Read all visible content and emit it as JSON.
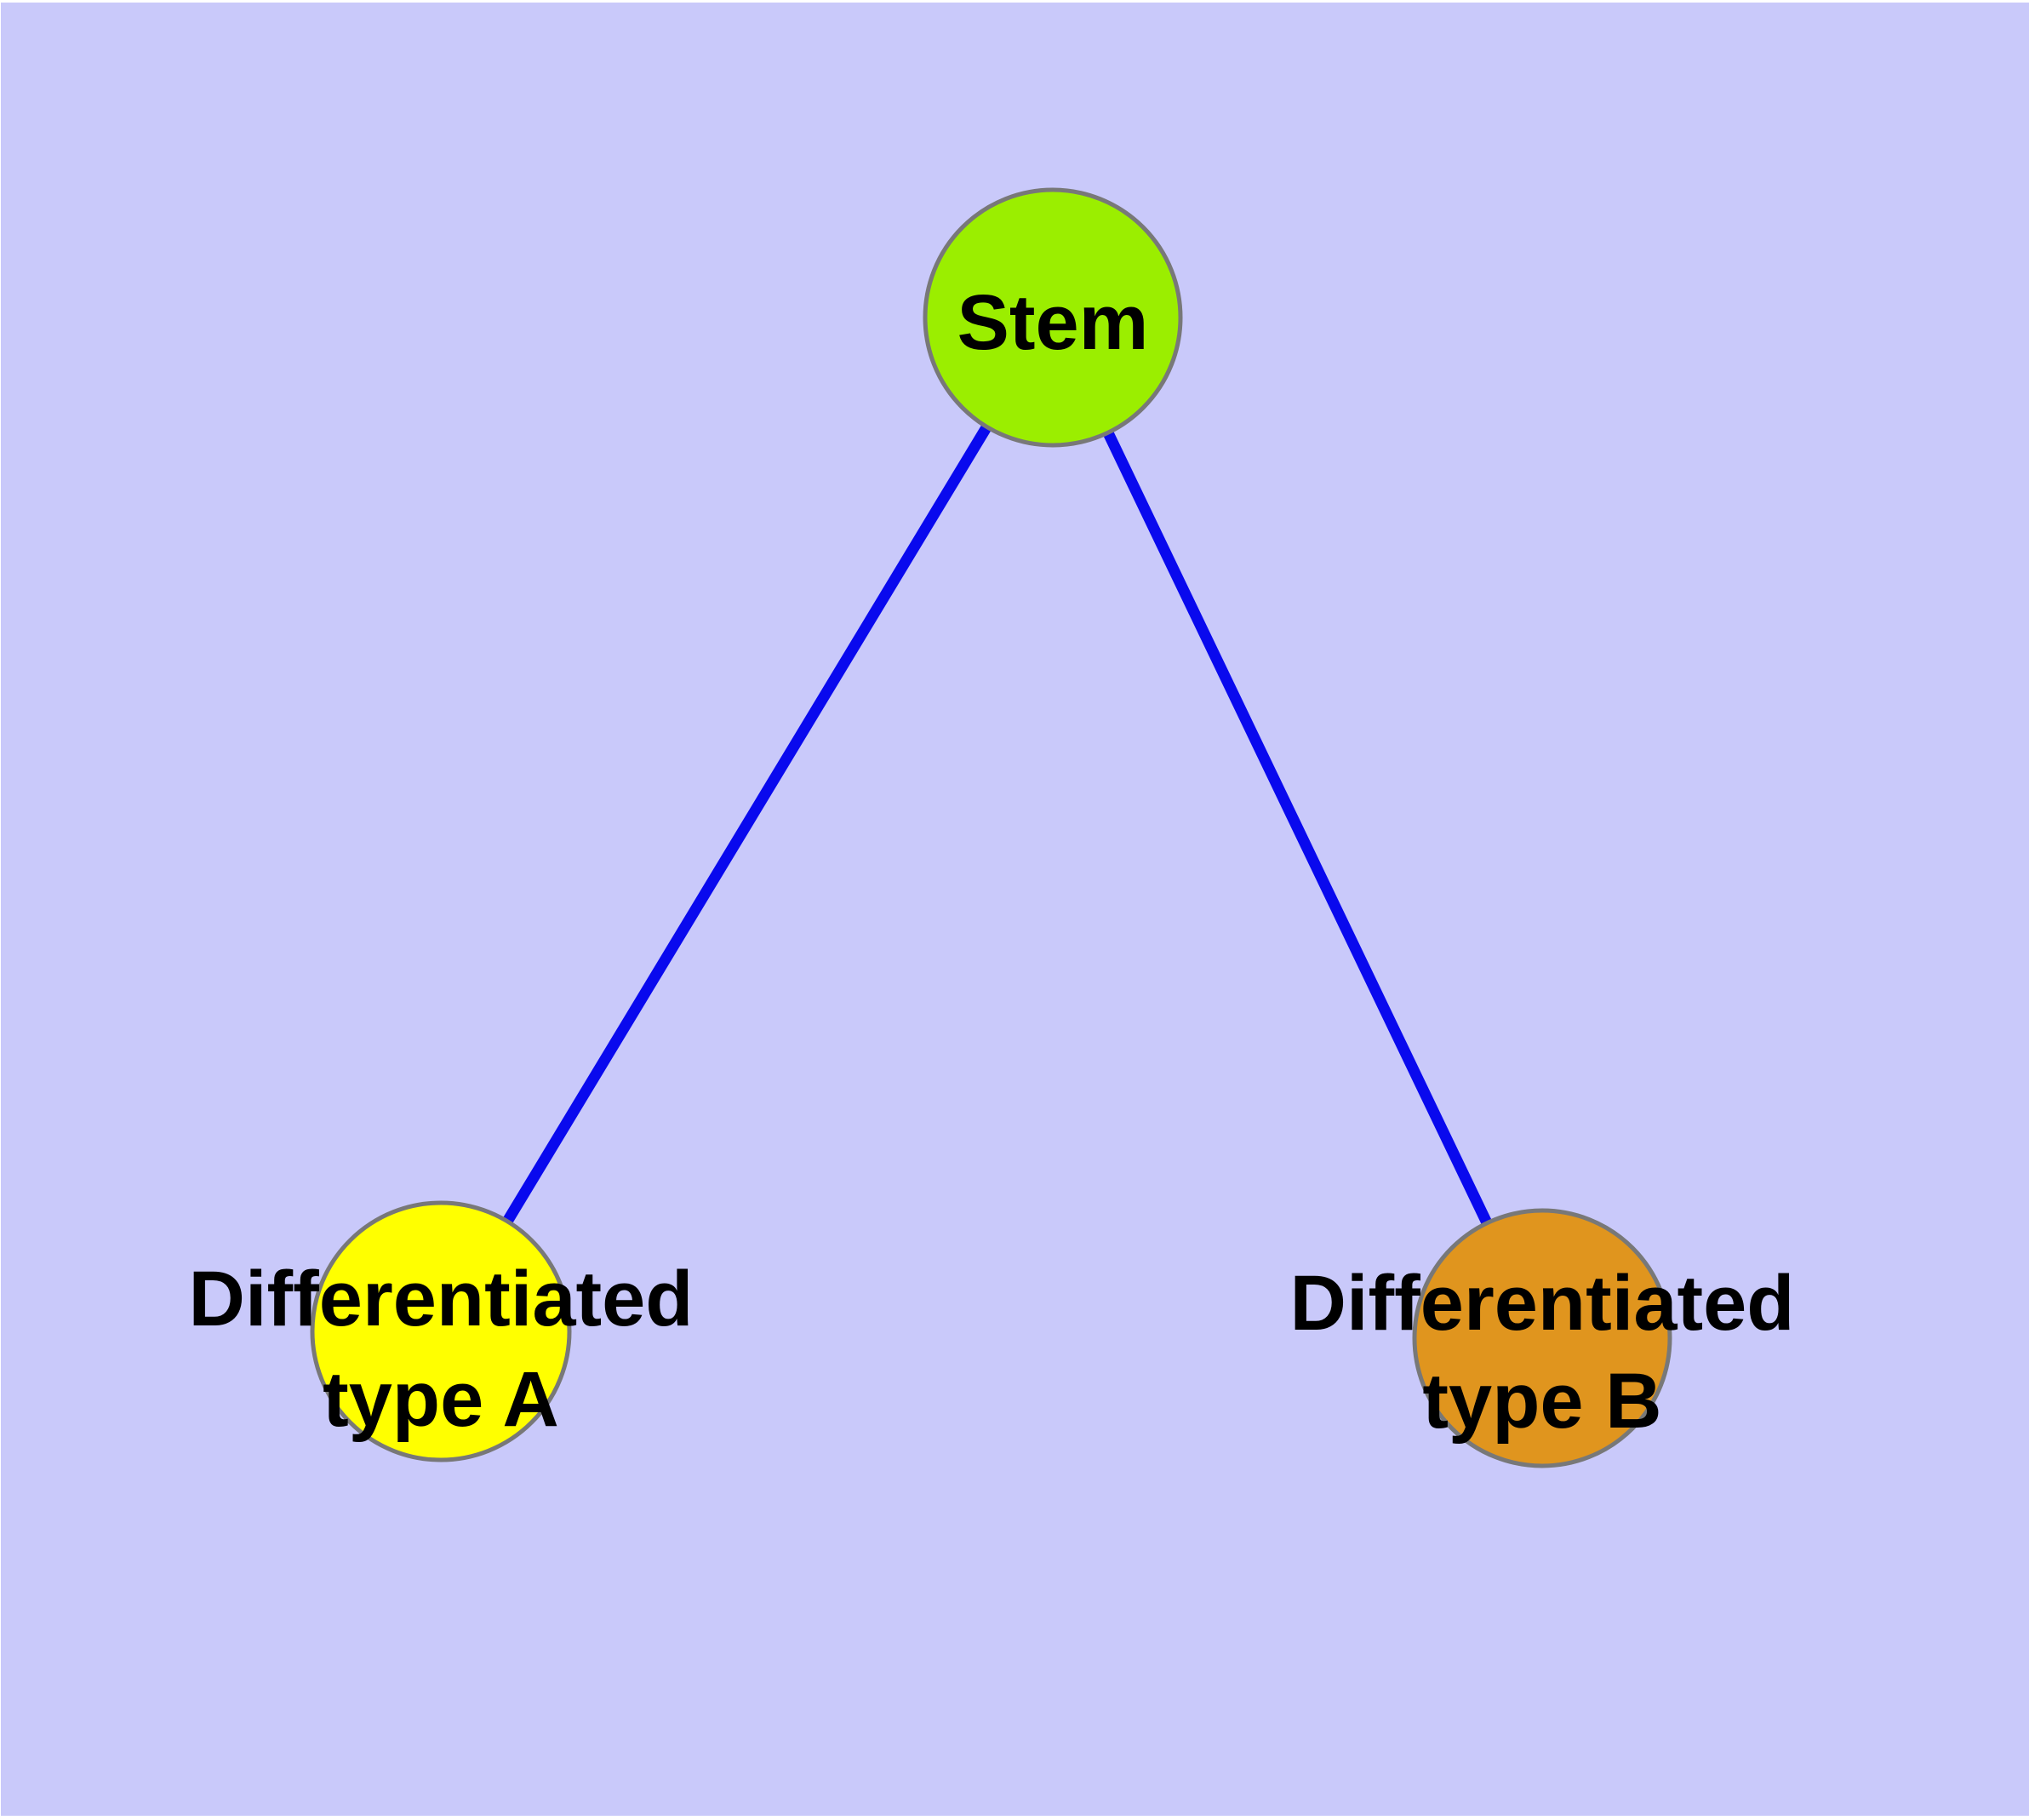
{
  "figure": {
    "type": "network-diagram",
    "background_color": "#c9c9fa",
    "nodes": [
      {
        "id": "stem",
        "label": "Stem",
        "fill": "#9bee00"
      },
      {
        "id": "differentiated-type-a",
        "label_line1": "Differentiated",
        "label_line2": "type A",
        "fill": "#ffff00"
      },
      {
        "id": "differentiated-type-b",
        "label_line1": "Differentiated",
        "label_line2": "type B",
        "fill": "#e0951e"
      }
    ],
    "edges": [
      {
        "from": "stem",
        "to": "differentiated-type-a"
      },
      {
        "from": "stem",
        "to": "differentiated-type-b"
      }
    ],
    "style": {
      "edge_color": "#0909ee",
      "node_border_color": "#787878",
      "label_color": "#000000"
    }
  }
}
